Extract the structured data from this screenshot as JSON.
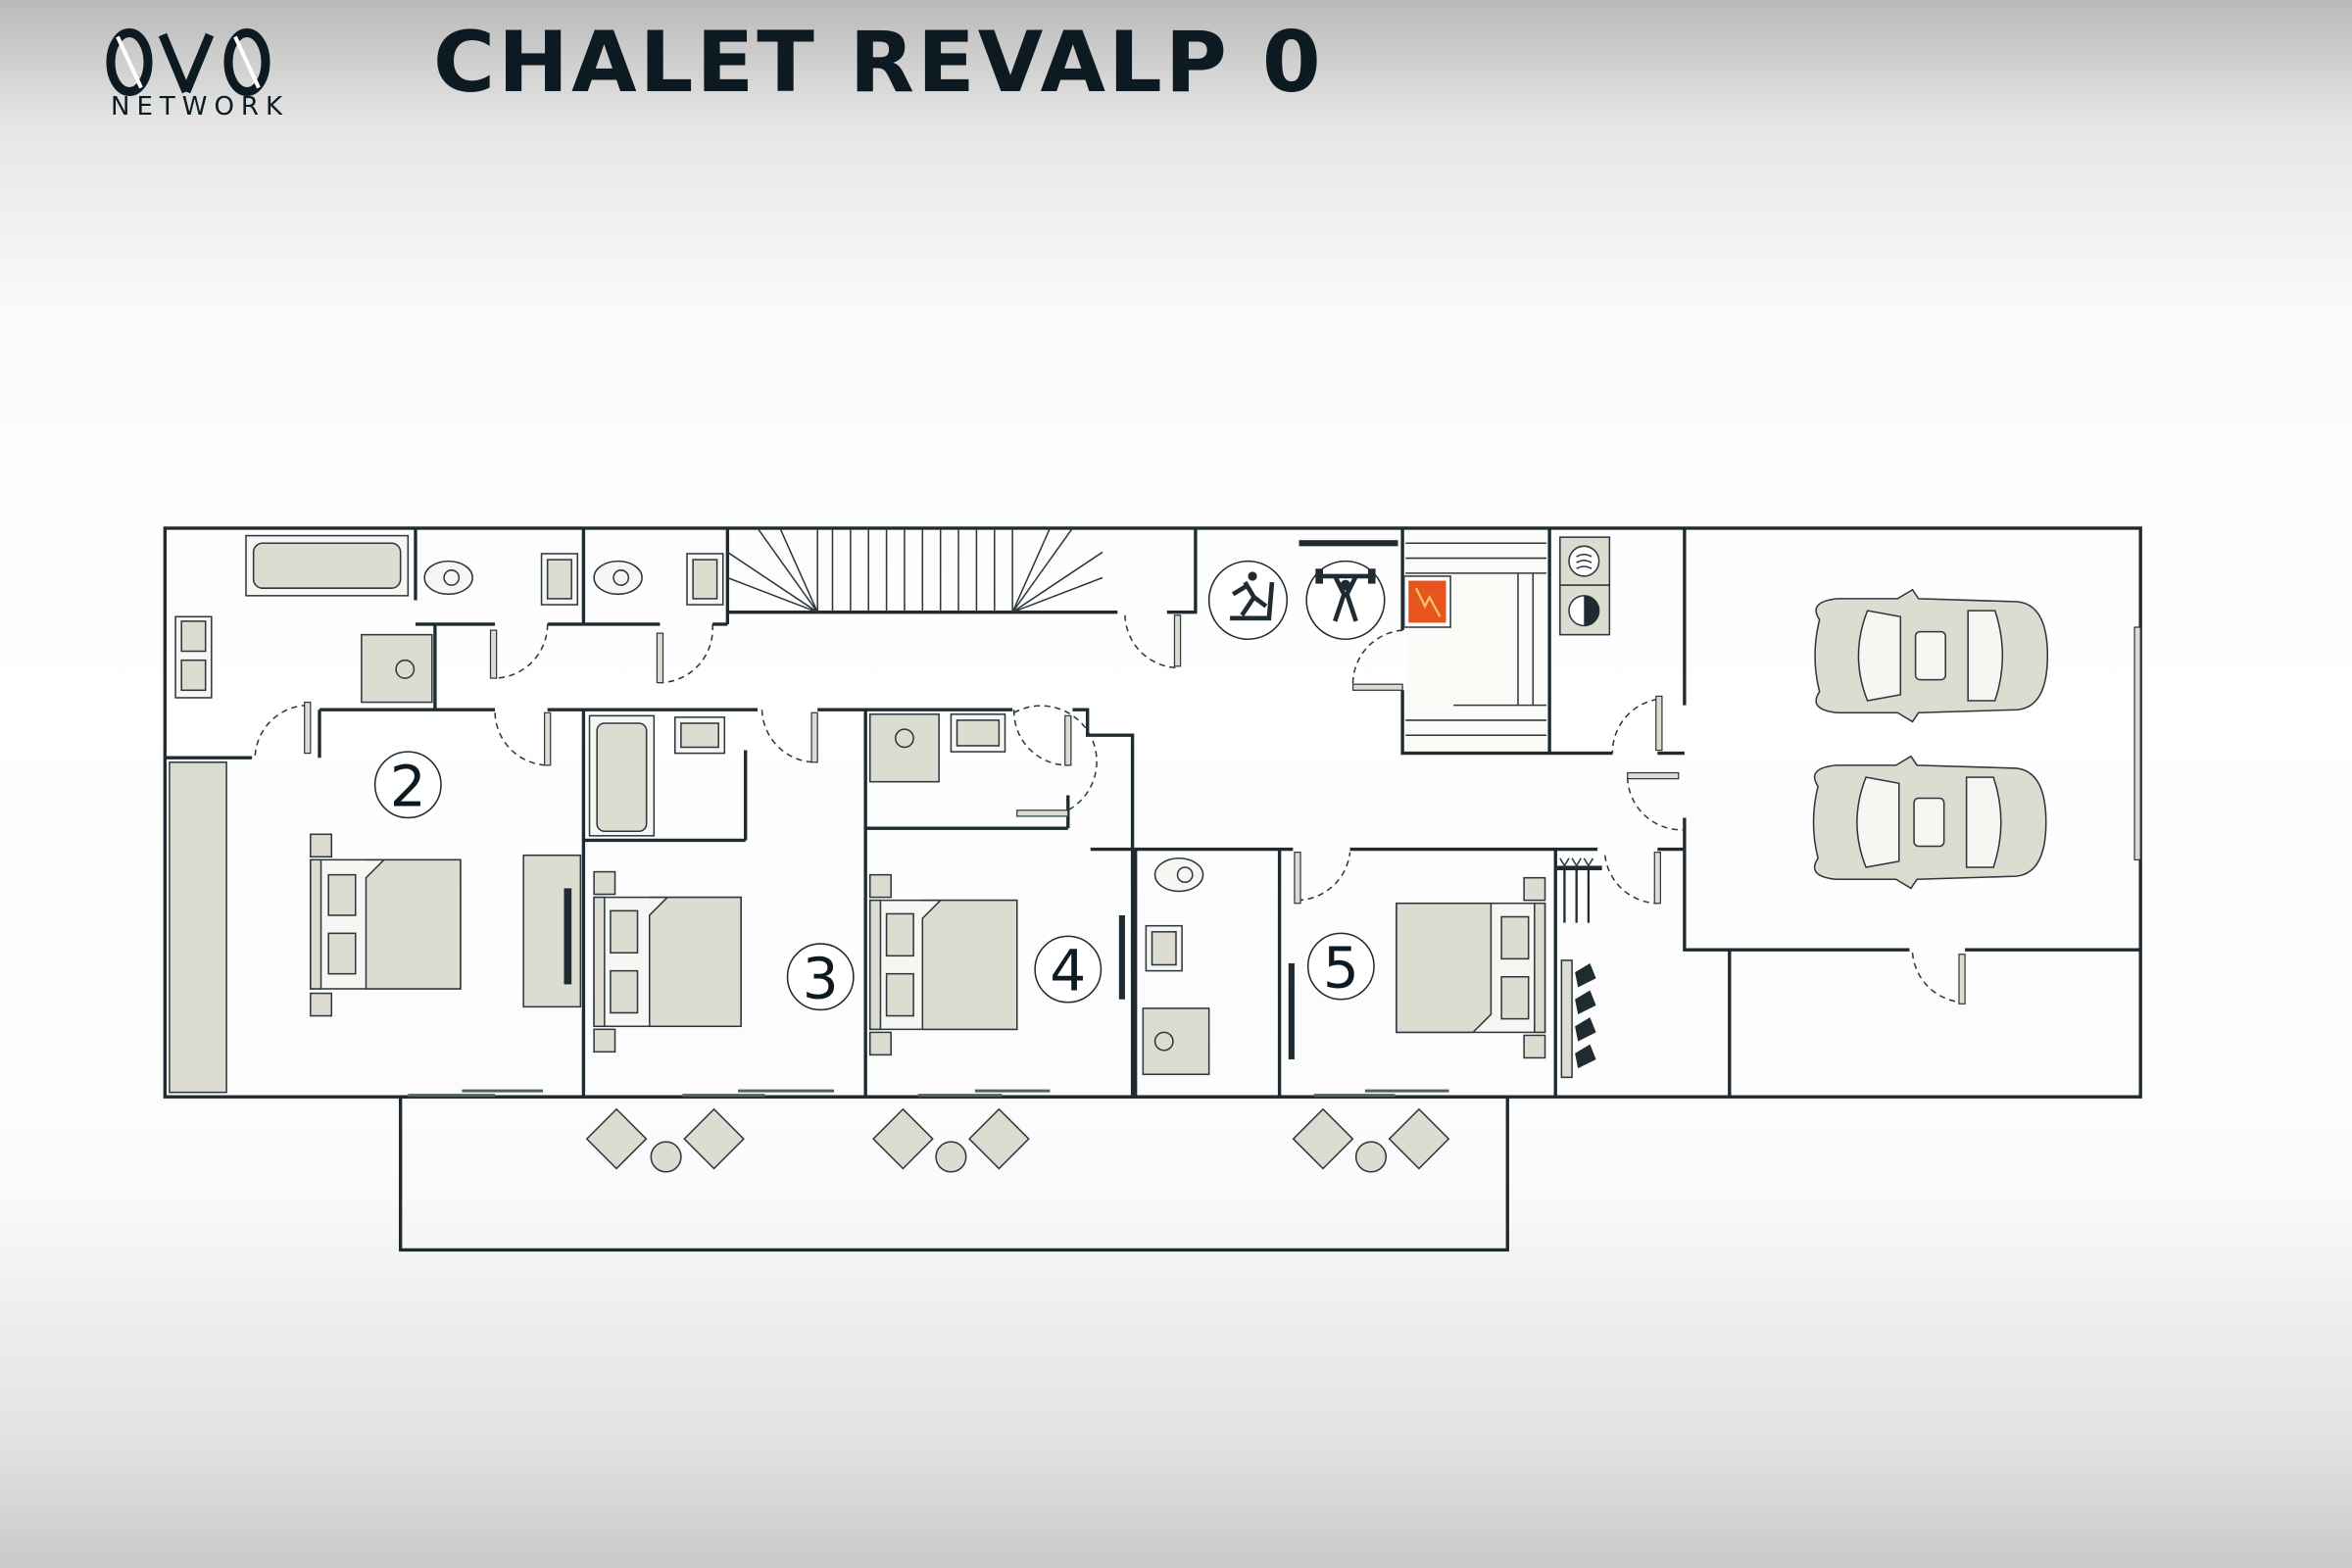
{
  "header": {
    "logo_text": "NETWORK",
    "logo_mark": "OVO",
    "title": "CHALET REVALP 0"
  },
  "floorplan": {
    "rooms": [
      {
        "label": "2"
      },
      {
        "label": "3"
      },
      {
        "label": "4"
      },
      {
        "label": "5"
      }
    ],
    "icons": [
      "treadmill-icon",
      "weightlifting-icon",
      "sauna-heater-icon",
      "washing-machine-icon",
      "dryer-icon",
      "car-icon",
      "ski-rack-icon",
      "ski-boots-icon"
    ],
    "colors": {
      "wall": "#1f2b31",
      "furniture": "#dcdcd0",
      "sauna_heater": "#e8541e",
      "terrace": "#f4f4f2"
    }
  }
}
